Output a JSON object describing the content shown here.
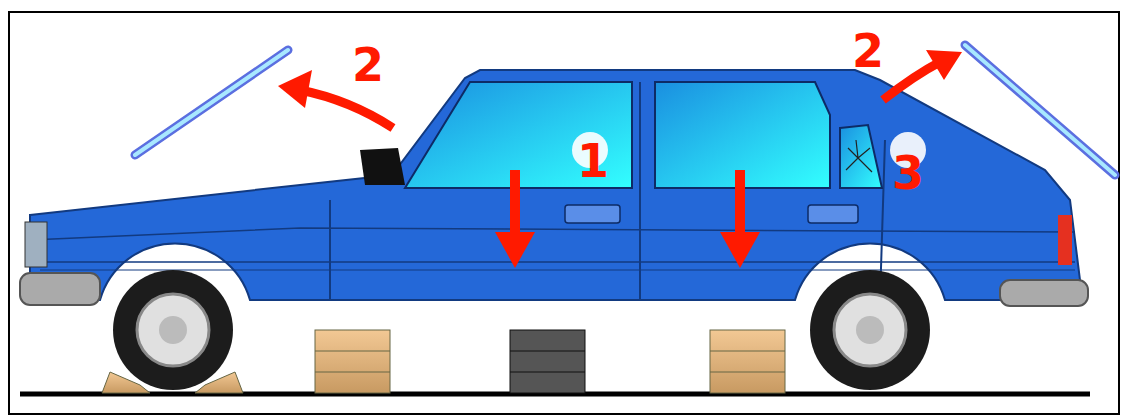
{
  "diagram": {
    "labels": [
      "2",
      "1",
      "2",
      "3"
    ]
  }
}
